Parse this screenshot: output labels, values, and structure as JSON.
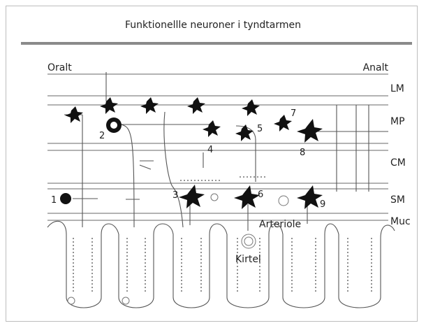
{
  "title": "Funktionellle neuroner i tyndtarmen",
  "direction": {
    "oral": "Oralt",
    "anal": "Analt"
  },
  "layers": {
    "lm": "LM",
    "mp": "MP",
    "cm": "CM",
    "sm": "SM",
    "muc": "Muc"
  },
  "structures": {
    "arteriole": "Arteriole",
    "gland": "Kirtel"
  },
  "neuron_numbers": [
    "1",
    "2",
    "3",
    "4",
    "5",
    "6",
    "7",
    "8",
    "9"
  ]
}
